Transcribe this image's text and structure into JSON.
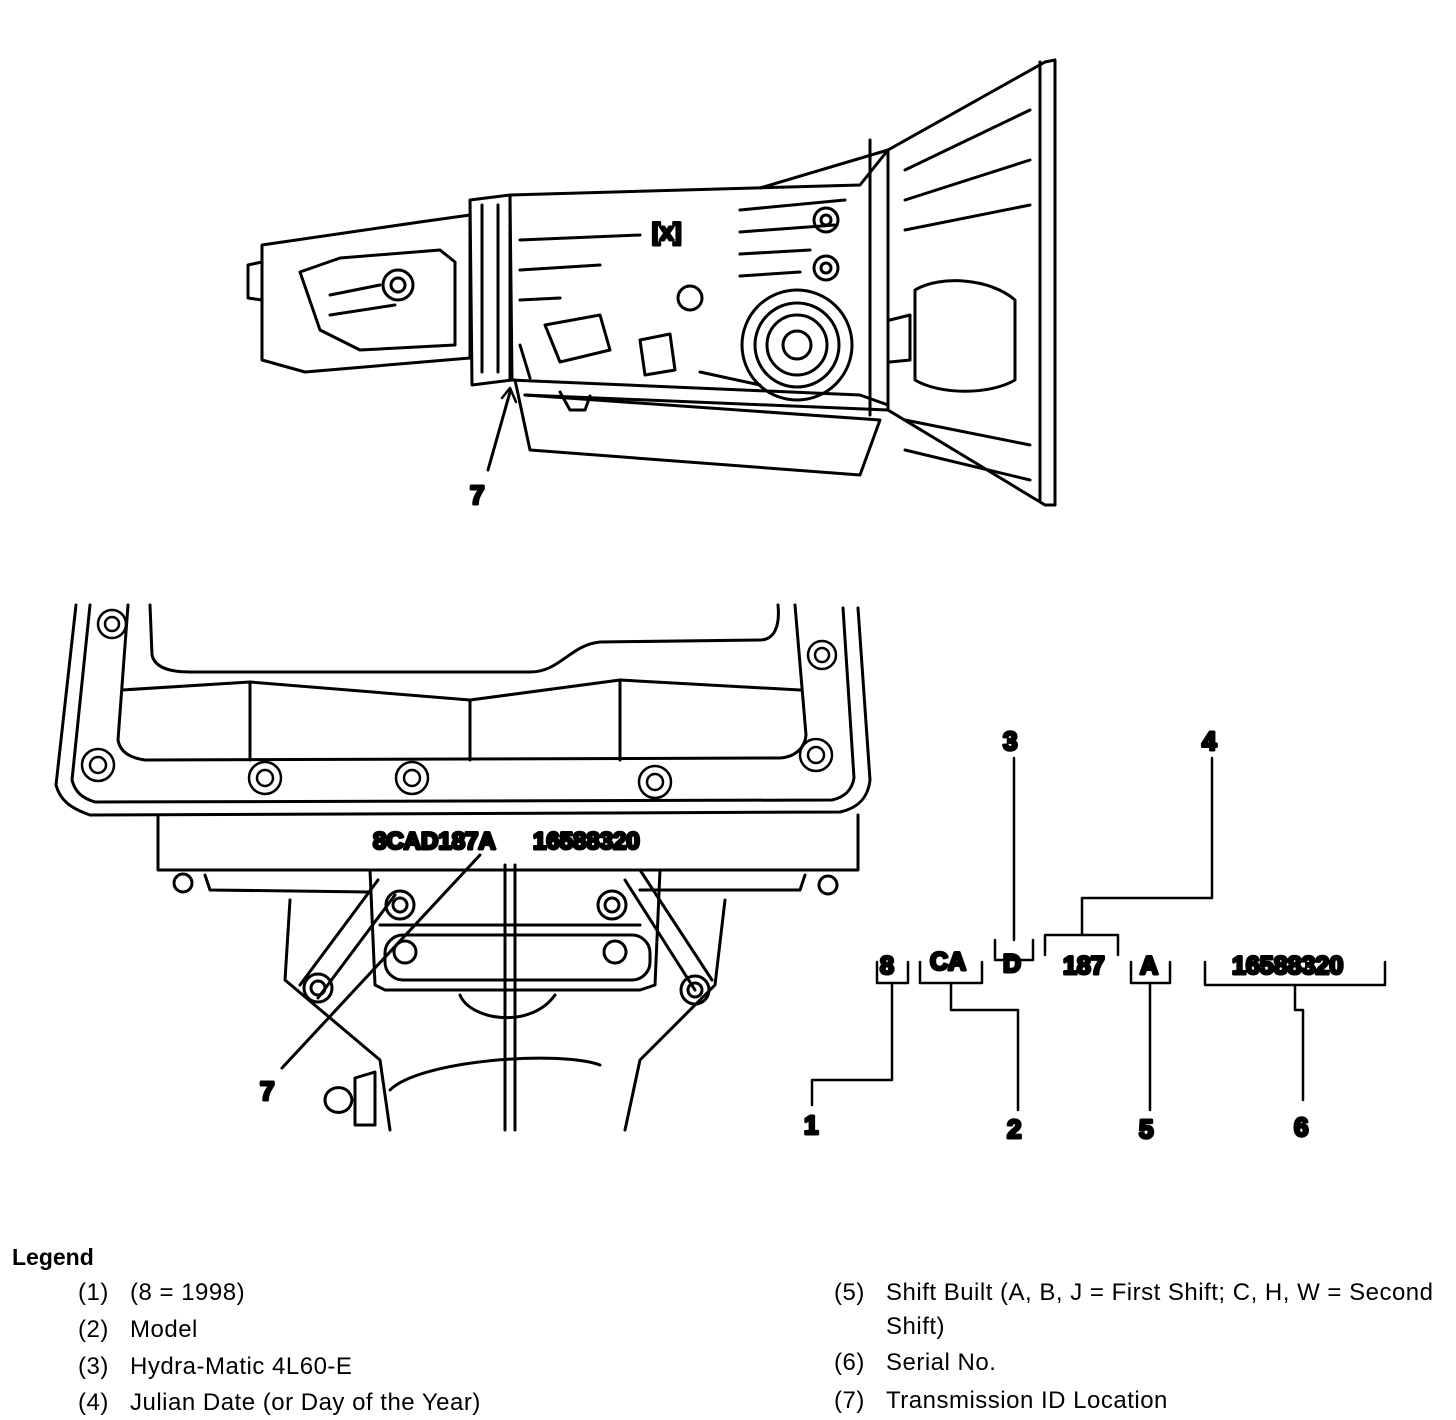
{
  "callouts": {
    "top_id_location": "7",
    "pan_id_location": "7",
    "c1": "1",
    "c2": "2",
    "c3": "3",
    "c4": "4",
    "c5": "5",
    "c6": "6"
  },
  "pan_stamp": {
    "code": "8CAD187A",
    "serial": "16588320"
  },
  "id_breakdown": {
    "year": "8",
    "model": "CA",
    "hydramatic": "D",
    "julian": "187",
    "shift": "A",
    "serial": "16588320"
  },
  "legend": {
    "title": "Legend",
    "items": [
      {
        "num": "(1)",
        "text": "(8 = 1998)"
      },
      {
        "num": "(2)",
        "text": "Model"
      },
      {
        "num": "(3)",
        "text": "Hydra-Matic 4L60-E"
      },
      {
        "num": "(4)",
        "text": "Julian Date (or Day of the Year)"
      },
      {
        "num": "(5)",
        "text": "Shift Built (A, B, J = First Shift; C, H, W = Second Shift)"
      },
      {
        "num": "(6)",
        "text": "Serial No."
      },
      {
        "num": "(7)",
        "text": "Transmission ID Location"
      }
    ]
  }
}
